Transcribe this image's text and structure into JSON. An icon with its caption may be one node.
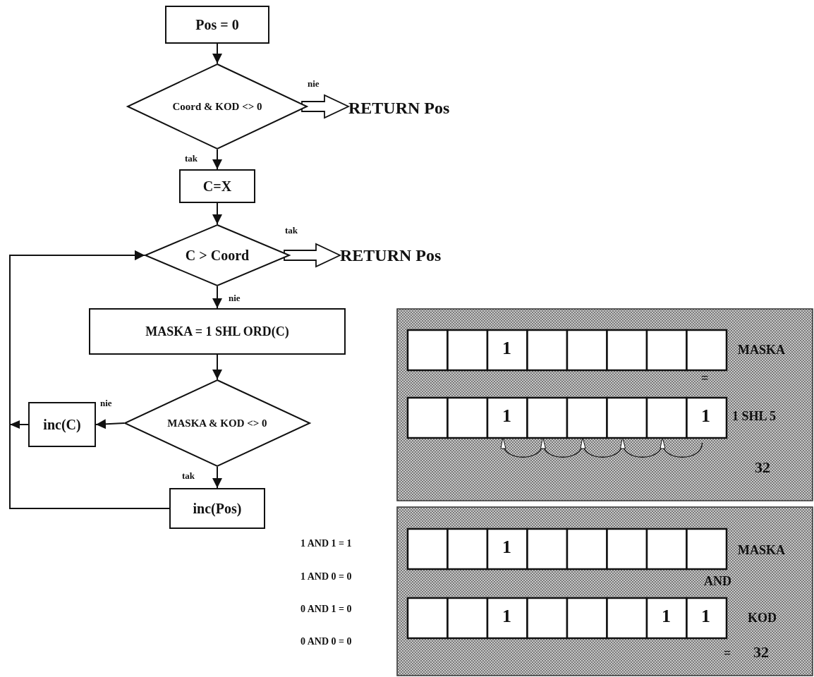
{
  "diagram": {
    "nodes": [
      {
        "text": [
          "Pos = 0"
        ]
      },
      {
        "text": [
          "Coord & KOD <> 0"
        ]
      },
      {
        "text": [
          "RETURN Pos"
        ]
      },
      {
        "text": [
          "C=X"
        ]
      },
      {
        "text": [
          "C > Coord"
        ]
      },
      {
        "text": [
          "RETURN Pos"
        ]
      },
      {
        "text": [
          "MASKA = 1 SHL ORD(C)"
        ]
      },
      {
        "text": [
          "MASKA & KOD <> 0"
        ]
      },
      {
        "text": [
          "inc(C)"
        ]
      },
      {
        "text": [
          "inc(Pos)"
        ]
      }
    ],
    "edges": [
      {
        "from": 0,
        "to": 1,
        "arrow": "to"
      },
      {
        "from": 1,
        "to": 2,
        "arrow": "to",
        "label": "nie",
        "style": "thick"
      },
      {
        "from": 1,
        "to": 3,
        "arrow": "to",
        "label": "tak"
      },
      {
        "from": 3,
        "to": 4,
        "arrow": "to"
      },
      {
        "from": 4,
        "to": 5,
        "arrow": "to",
        "label": "tak",
        "style": "thick"
      },
      {
        "from": 4,
        "to": 6,
        "arrow": "to",
        "label": "nie"
      },
      {
        "from": 6,
        "to": 7,
        "arrow": "to"
      },
      {
        "from": 7,
        "to": 8,
        "arrow": "to",
        "label": "nie"
      },
      {
        "from": 7,
        "to": 9,
        "arrow": "to",
        "label": "tak"
      },
      {
        "from": 8,
        "to": 4,
        "arrow": "to"
      },
      {
        "from": 9,
        "to": 4,
        "arrow": "to"
      }
    ],
    "labels": [
      "1",
      "MASKA",
      "=",
      "1",
      "1",
      "1 SHL 5",
      "32",
      "1 AND 1 = 1",
      "1",
      "MASKA",
      "1 AND 0 = 0",
      "AND",
      "0 AND 1 = 0",
      "1",
      "1",
      "1",
      "KOD",
      "0 AND 0 = 0",
      "=",
      "32"
    ]
  }
}
